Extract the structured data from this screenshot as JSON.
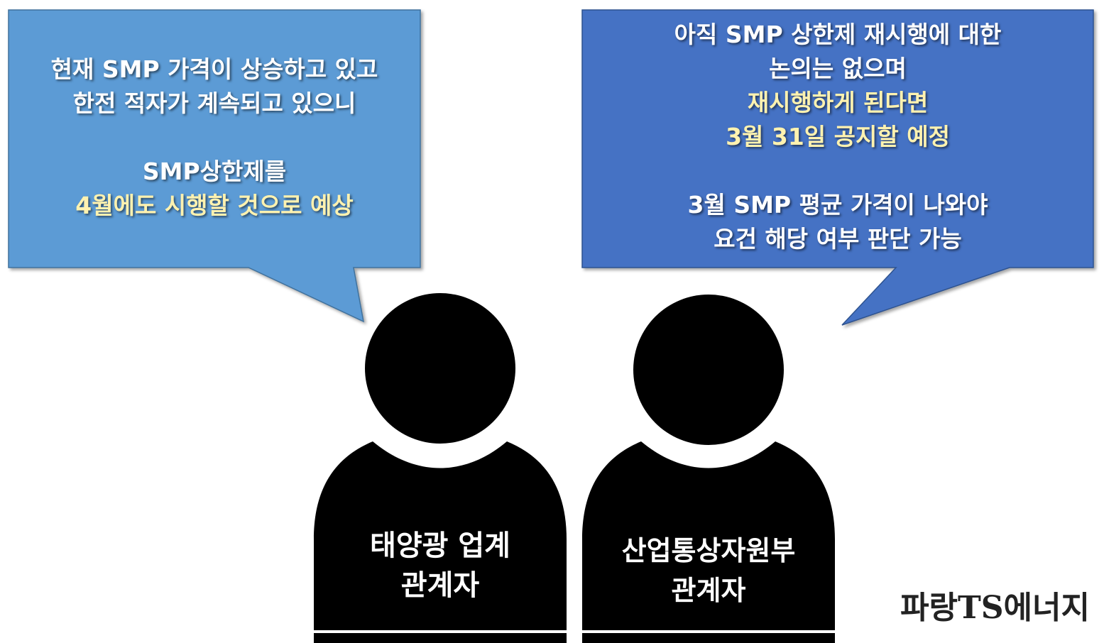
{
  "colors": {
    "left_bubble": "#5b9bd5",
    "right_bubble": "#4472c4",
    "bubble_border": "#41719c",
    "silhouette": "#000000",
    "highlight_text": "#fff2b0"
  },
  "left_bubble": {
    "lines": [
      "현재 SMP 가격이 상승하고 있고",
      "한전 적자가 계속되고 있으니",
      "SMP상한제를"
    ],
    "highlight": "4월에도 시행할 것으로 예상"
  },
  "right_bubble": {
    "lines": [
      "아직 SMP 상한제 재시행에 대한",
      "논의는 없으며"
    ],
    "highlights": [
      "재시행하게 된다면",
      "3월 31일 공지할 예정"
    ],
    "lines2": [
      "3월 SMP 평균 가격이 나와야",
      "요건 해당 여부 판단 가능"
    ]
  },
  "persons": [
    {
      "line1": "태양광 업계",
      "line2": "관계자"
    },
    {
      "line1": "산업통상자원부",
      "line2": "관계자"
    }
  ],
  "watermark": "파랑TS에너지"
}
